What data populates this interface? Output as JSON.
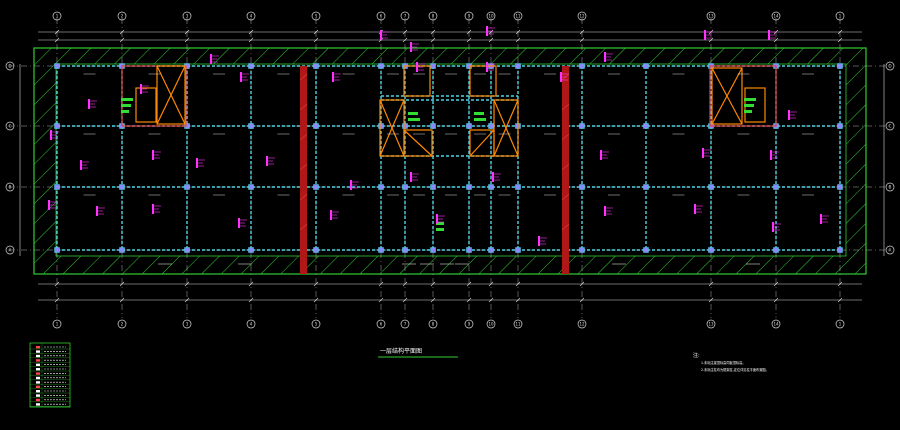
{
  "drawing": {
    "title": "一层结构平面图",
    "notes_heading": "注:",
    "notes": [
      "1.未标注梁顶标高同板顶标高。",
      "2.未标注柱均为框架柱,定位详见柱平面布置图。"
    ]
  },
  "grid": {
    "col_labels": [
      "1",
      "2",
      "3",
      "4",
      "5",
      "6",
      "7",
      "8",
      "9",
      "10",
      "11",
      "12",
      "13",
      "14"
    ],
    "row_labels": [
      "A",
      "B",
      "C",
      "D"
    ]
  },
  "colors": {
    "background": "#000000",
    "frame_green": "#33cc33",
    "beam_cyan": "#4fd6e6",
    "wall_red": "#c82020",
    "annotation_magenta": "#ff33ff",
    "dimension_white": "#d8d8d8"
  }
}
